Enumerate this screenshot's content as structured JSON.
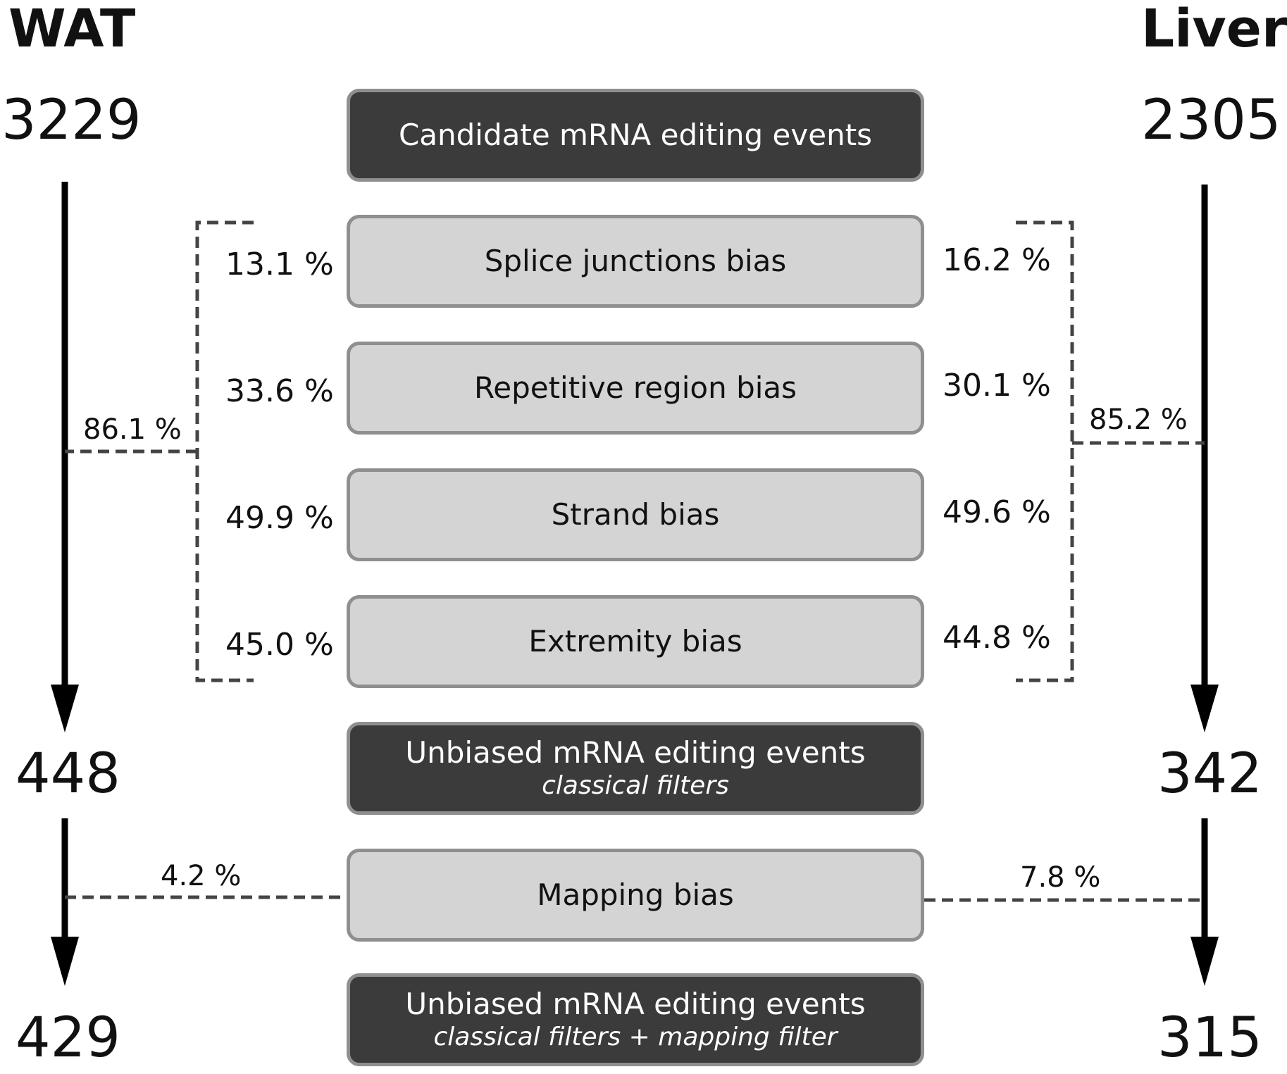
{
  "left": {
    "tissue": "WAT",
    "count_start": "3229",
    "count_mid": "448",
    "count_end": "429",
    "total_pct": "86.1 %",
    "mapping_pct": "4.2 %",
    "filter_pcts": [
      "13.1 %",
      "33.6 %",
      "49.9 %",
      "45.0 %"
    ]
  },
  "right": {
    "tissue": "Liver",
    "count_start": "2305",
    "count_mid": "342",
    "count_end": "315",
    "total_pct": "85.2 %",
    "mapping_pct": "7.8 %",
    "filter_pcts": [
      "16.2 %",
      "30.1 %",
      "49.6 %",
      "44.8 %"
    ]
  },
  "boxes": {
    "candidate": "Candidate mRNA editing events",
    "filters": [
      "Splice junctions bias",
      "Repetitive region bias",
      "Strand bias",
      "Extremity bias"
    ],
    "unbiased_1_title": "Unbiased mRNA editing events",
    "unbiased_1_sub": "classical filters",
    "mapping": "Mapping bias",
    "unbiased_2_title": "Unbiased mRNA editing events",
    "unbiased_2_sub": "classical filters + mapping filter"
  },
  "colors": {
    "dark_box": "#3b3b3b",
    "light_box": "#d4d4d4",
    "box_border": "#8f8f8f",
    "dashed_line": "#444444",
    "arrow": "#000000"
  }
}
